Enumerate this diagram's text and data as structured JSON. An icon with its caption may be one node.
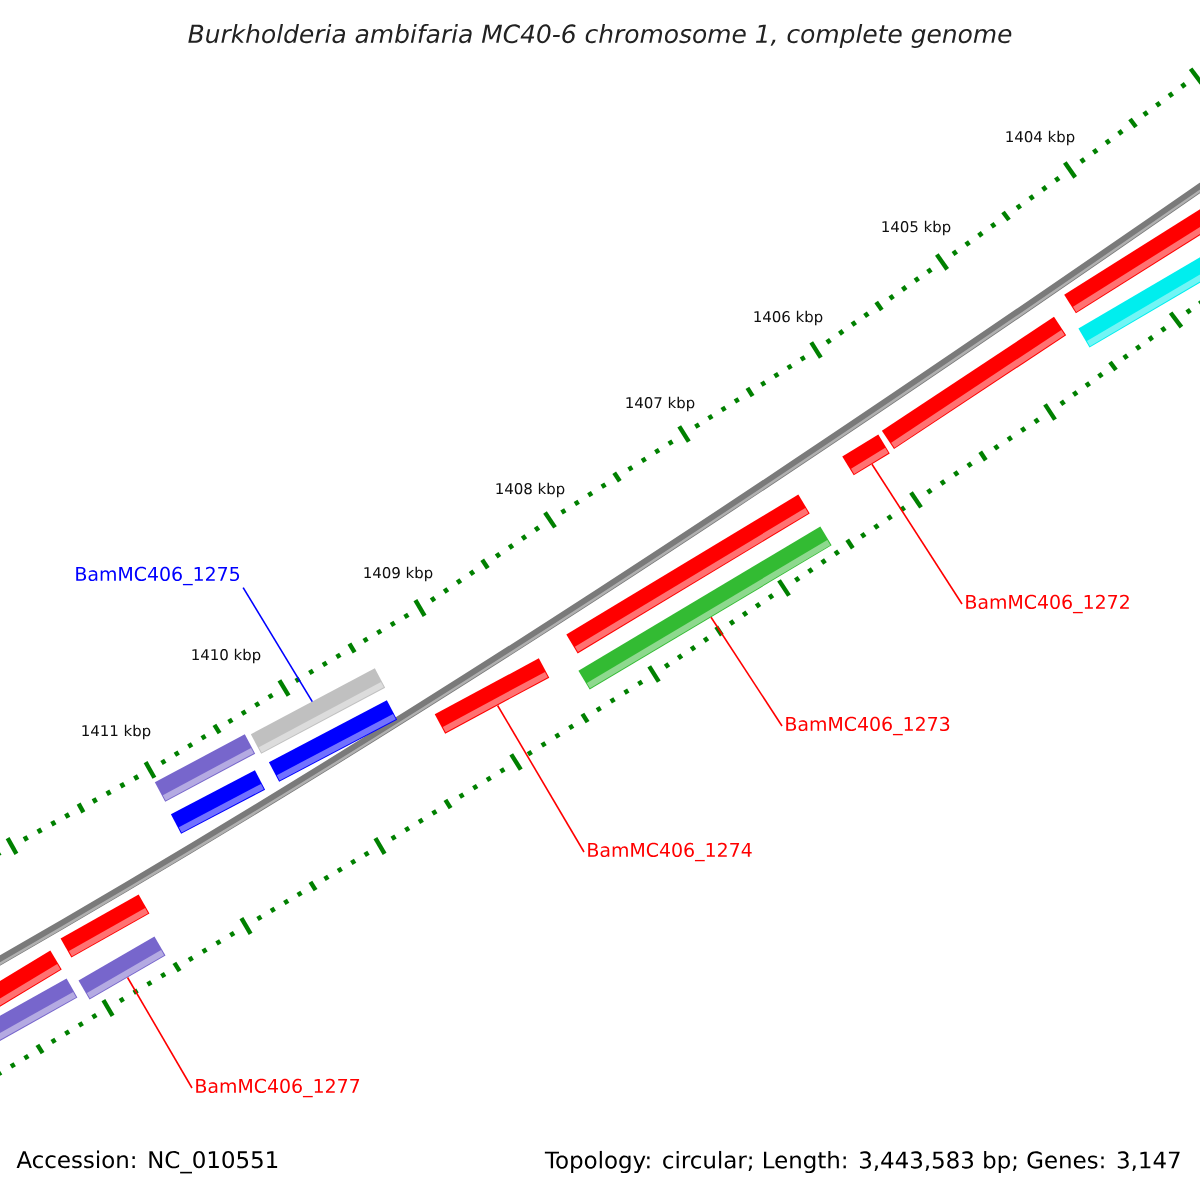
{
  "diagram": {
    "title": "Burkholderia ambifaria MC40-6 chromosome 1, complete genome",
    "nodes": [
      {
        "text": [
          "BamMC406_1275"
        ]
      },
      {
        "text": [
          "BamMC406_1272"
        ]
      },
      {
        "text": [
          "BamMC406_1273"
        ]
      },
      {
        "text": [
          "BamMC406_1274"
        ]
      },
      {
        "text": [
          "BamMC406_1277"
        ]
      },
      {
        "text": [],
        "shape": "bar"
      },
      {
        "text": [],
        "shape": "bar"
      },
      {
        "text": [],
        "shape": "bar"
      },
      {
        "text": [],
        "shape": "bar"
      },
      {
        "text": [],
        "shape": "bar"
      },
      {
        "text": [],
        "shape": "bar"
      },
      {
        "text": [],
        "shape": "bar"
      },
      {
        "text": [],
        "shape": "bar"
      },
      {
        "text": [],
        "shape": "bar"
      },
      {
        "text": [],
        "shape": "bar"
      },
      {
        "text": [],
        "shape": "bar"
      },
      {
        "text": [],
        "shape": "bar"
      },
      {
        "text": [],
        "shape": "bar"
      },
      {
        "text": [],
        "shape": "bar"
      },
      {
        "text": [],
        "shape": "bar"
      }
    ],
    "edges": [
      {
        "from": 0,
        "to": 11,
        "arrow": "none",
        "color": "#0000ff"
      },
      {
        "from": 1,
        "to": 16,
        "arrow": "none"
      },
      {
        "from": 2,
        "to": 15,
        "arrow": "none"
      },
      {
        "from": 3,
        "to": 13,
        "arrow": "none"
      },
      {
        "from": 4,
        "to": 8,
        "arrow": "none"
      }
    ],
    "labels": [
      "1404 kbp",
      "1405 kbp",
      "1406 kbp",
      "1407 kbp",
      "1408 kbp",
      "1409 kbp",
      "1410 kbp",
      "1411 kbp",
      "Accession: NC_010551",
      "Topology: circular; Length: 3,443,583 bp; Genes: 3,147"
    ]
  }
}
